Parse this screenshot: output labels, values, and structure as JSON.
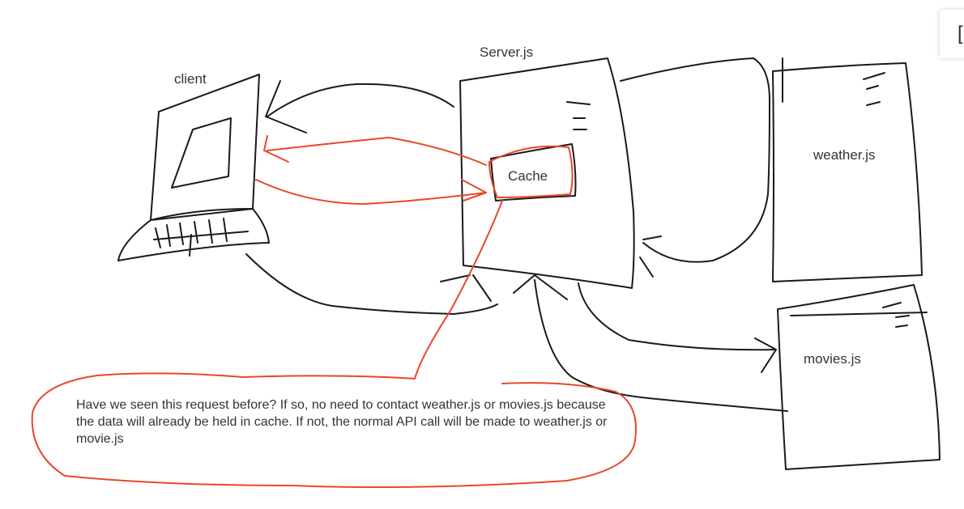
{
  "diagram": {
    "labels": {
      "client": "client",
      "server": "Server.js",
      "cache": "Cache",
      "weather": "weather.js",
      "movies": "movies.js"
    },
    "note": "Have we seen this request before?   If so, no need to contact weather.js or movies.js because the data will already be held in cache.  If not, the normal API call will be made to weather.js or movie.js",
    "colors": {
      "ink": "#1a1a1a",
      "highlight": "#e8472a",
      "text": "#333333"
    }
  },
  "widget": {
    "glyph": "["
  }
}
